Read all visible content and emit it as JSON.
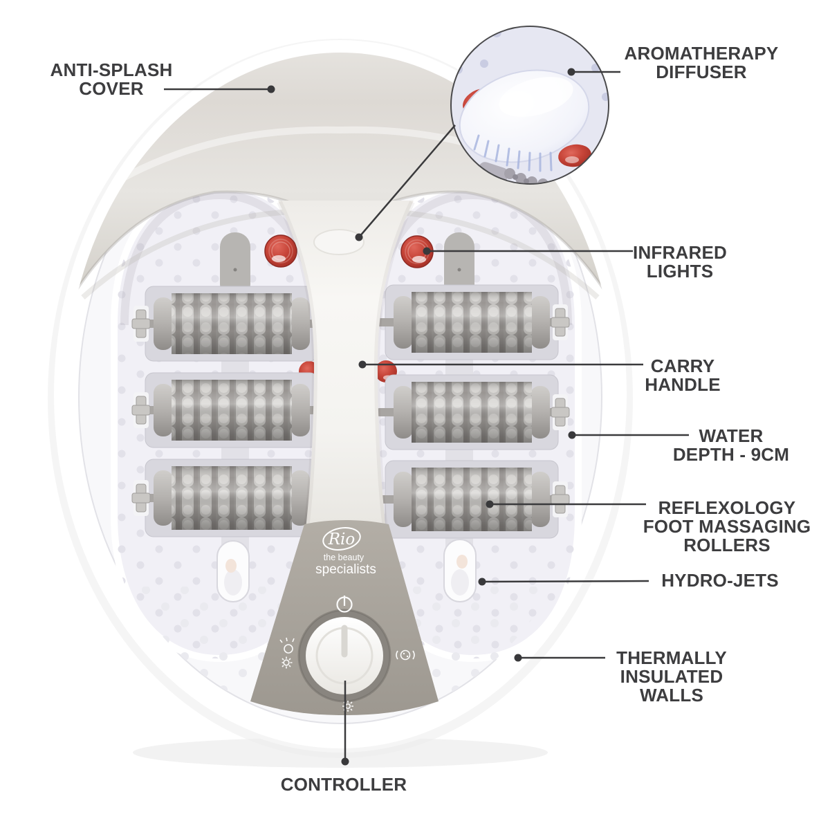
{
  "colors": {
    "background": "#ffffff",
    "label_text": "#3d3d3f",
    "callout_line": "#3a3a3c",
    "cover_gray": "#dcd9d4",
    "panel_taupe": "#a9a49c",
    "well_lavender": "#f1f0f6",
    "roller_gray": "#c3c1be",
    "infrared_red": "#c04437",
    "knob_white": "#ffffff"
  },
  "callouts": {
    "anti_splash_cover": {
      "lines": [
        "ANTI-SPLASH",
        "COVER"
      ]
    },
    "aromatherapy_diffuser": {
      "lines": [
        "AROMATHERAPY",
        "DIFFUSER"
      ]
    },
    "infrared_lights": {
      "lines": [
        "INFRARED",
        "LIGHTS"
      ]
    },
    "carry_handle": {
      "lines": [
        "CARRY",
        "HANDLE"
      ]
    },
    "water_depth": {
      "lines": [
        "WATER",
        "DEPTH - 9CM"
      ]
    },
    "reflexology_rollers": {
      "lines": [
        "REFLEXOLOGY",
        "FOOT MASSAGING",
        "ROLLERS"
      ]
    },
    "hydro_jets": {
      "lines": [
        "HYDRO-JETS"
      ]
    },
    "thermally_insulated_walls": {
      "lines": [
        "THERMALLY",
        "INSULATED",
        "WALLS"
      ]
    },
    "controller": {
      "lines": [
        "CONTROLLER"
      ]
    }
  },
  "brand": {
    "name": "Rio",
    "tagline_line1": "the beauty",
    "tagline_line2": "specialists"
  },
  "icons": [
    {
      "name": "standby-icon"
    },
    {
      "name": "heat-massage-icon"
    },
    {
      "name": "vibro-massage-icon"
    },
    {
      "name": "light-icon"
    },
    {
      "name": "magnifier-detail-circle"
    }
  ]
}
